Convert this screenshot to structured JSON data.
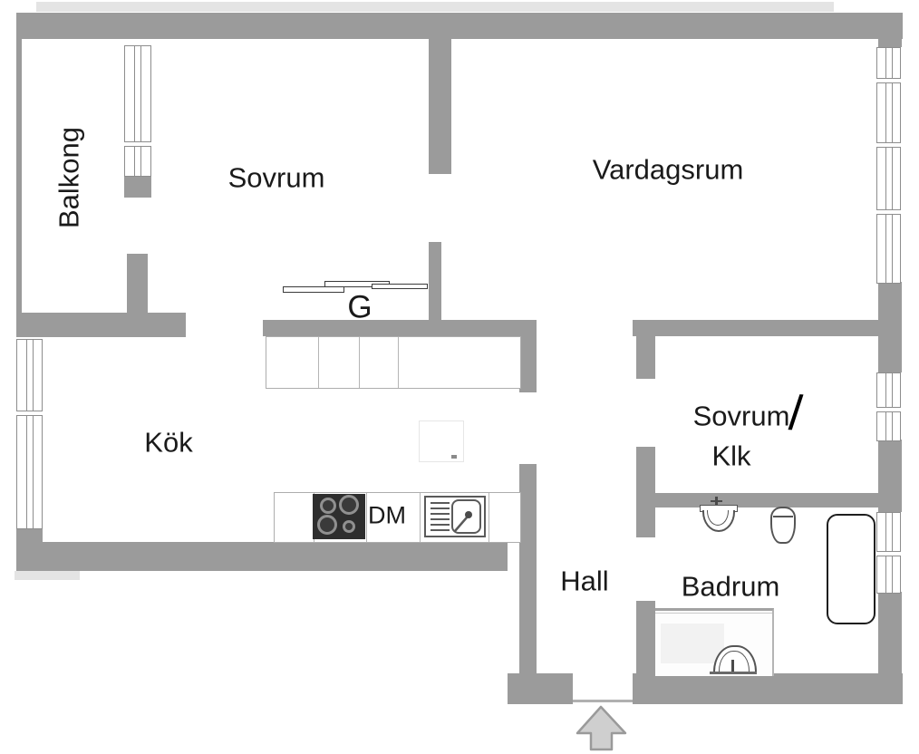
{
  "plan": {
    "colors": {
      "wall": "#9b9b9b",
      "fixture_line": "#555555",
      "text": "#1a1a1a",
      "counter_border": "#adadad"
    },
    "rooms": {
      "balkong": {
        "label": "Balkong"
      },
      "sovrum": {
        "label": "Sovrum"
      },
      "vardagsrum": {
        "label": "Vardagsrum"
      },
      "garderob": {
        "label": "G"
      },
      "kok": {
        "label": "Kök"
      },
      "hall": {
        "label": "Hall"
      },
      "badrum": {
        "label": "Badrum"
      },
      "sovrum_klk": {
        "line1": "Sovrum",
        "separator": "/",
        "line2": "Klk"
      }
    },
    "appliances": {
      "dishwasher": {
        "label": "DM"
      }
    },
    "entrance": {
      "direction": "up"
    }
  }
}
